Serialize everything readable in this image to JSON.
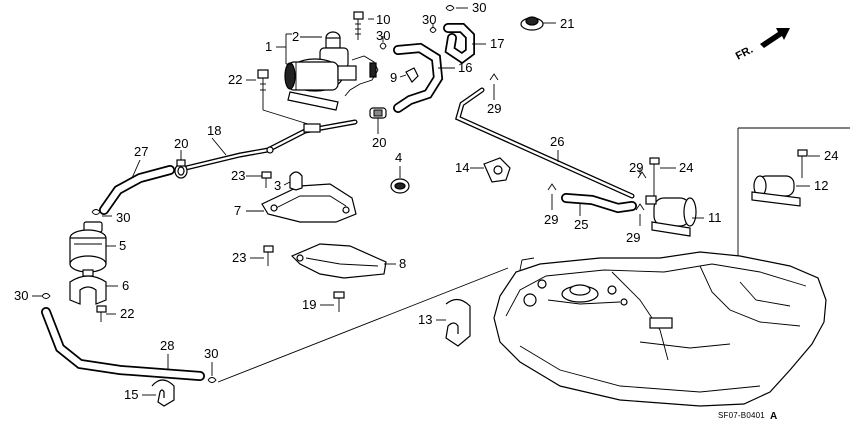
{
  "diagram": {
    "drawing_code": "SF07-B0401",
    "drawing_suffix": "A",
    "direction_label": "FR.",
    "callouts": {
      "c1": "1",
      "c2": "2",
      "c3": "3",
      "c4": "4",
      "c5": "5",
      "c6": "6",
      "c7": "7",
      "c8": "8",
      "c9": "9",
      "c10": "10",
      "c11": "11",
      "c12": "12",
      "c13": "13",
      "c14": "14",
      "c15": "15",
      "c16": "16",
      "c17": "17",
      "c18": "18",
      "c19": "19",
      "c20": "20",
      "c20b": "20",
      "c21": "21",
      "c22": "22",
      "c22b": "22",
      "c23": "23",
      "c23b": "23",
      "c24": "24",
      "c24b": "24",
      "c25": "25",
      "c26": "26",
      "c27": "27",
      "c28": "28",
      "c29": "29",
      "c29b": "29",
      "c29c": "29",
      "c29d": "29",
      "c30": "30",
      "c30b": "30",
      "c30c": "30",
      "c30d": "30",
      "c30e": "30"
    }
  }
}
